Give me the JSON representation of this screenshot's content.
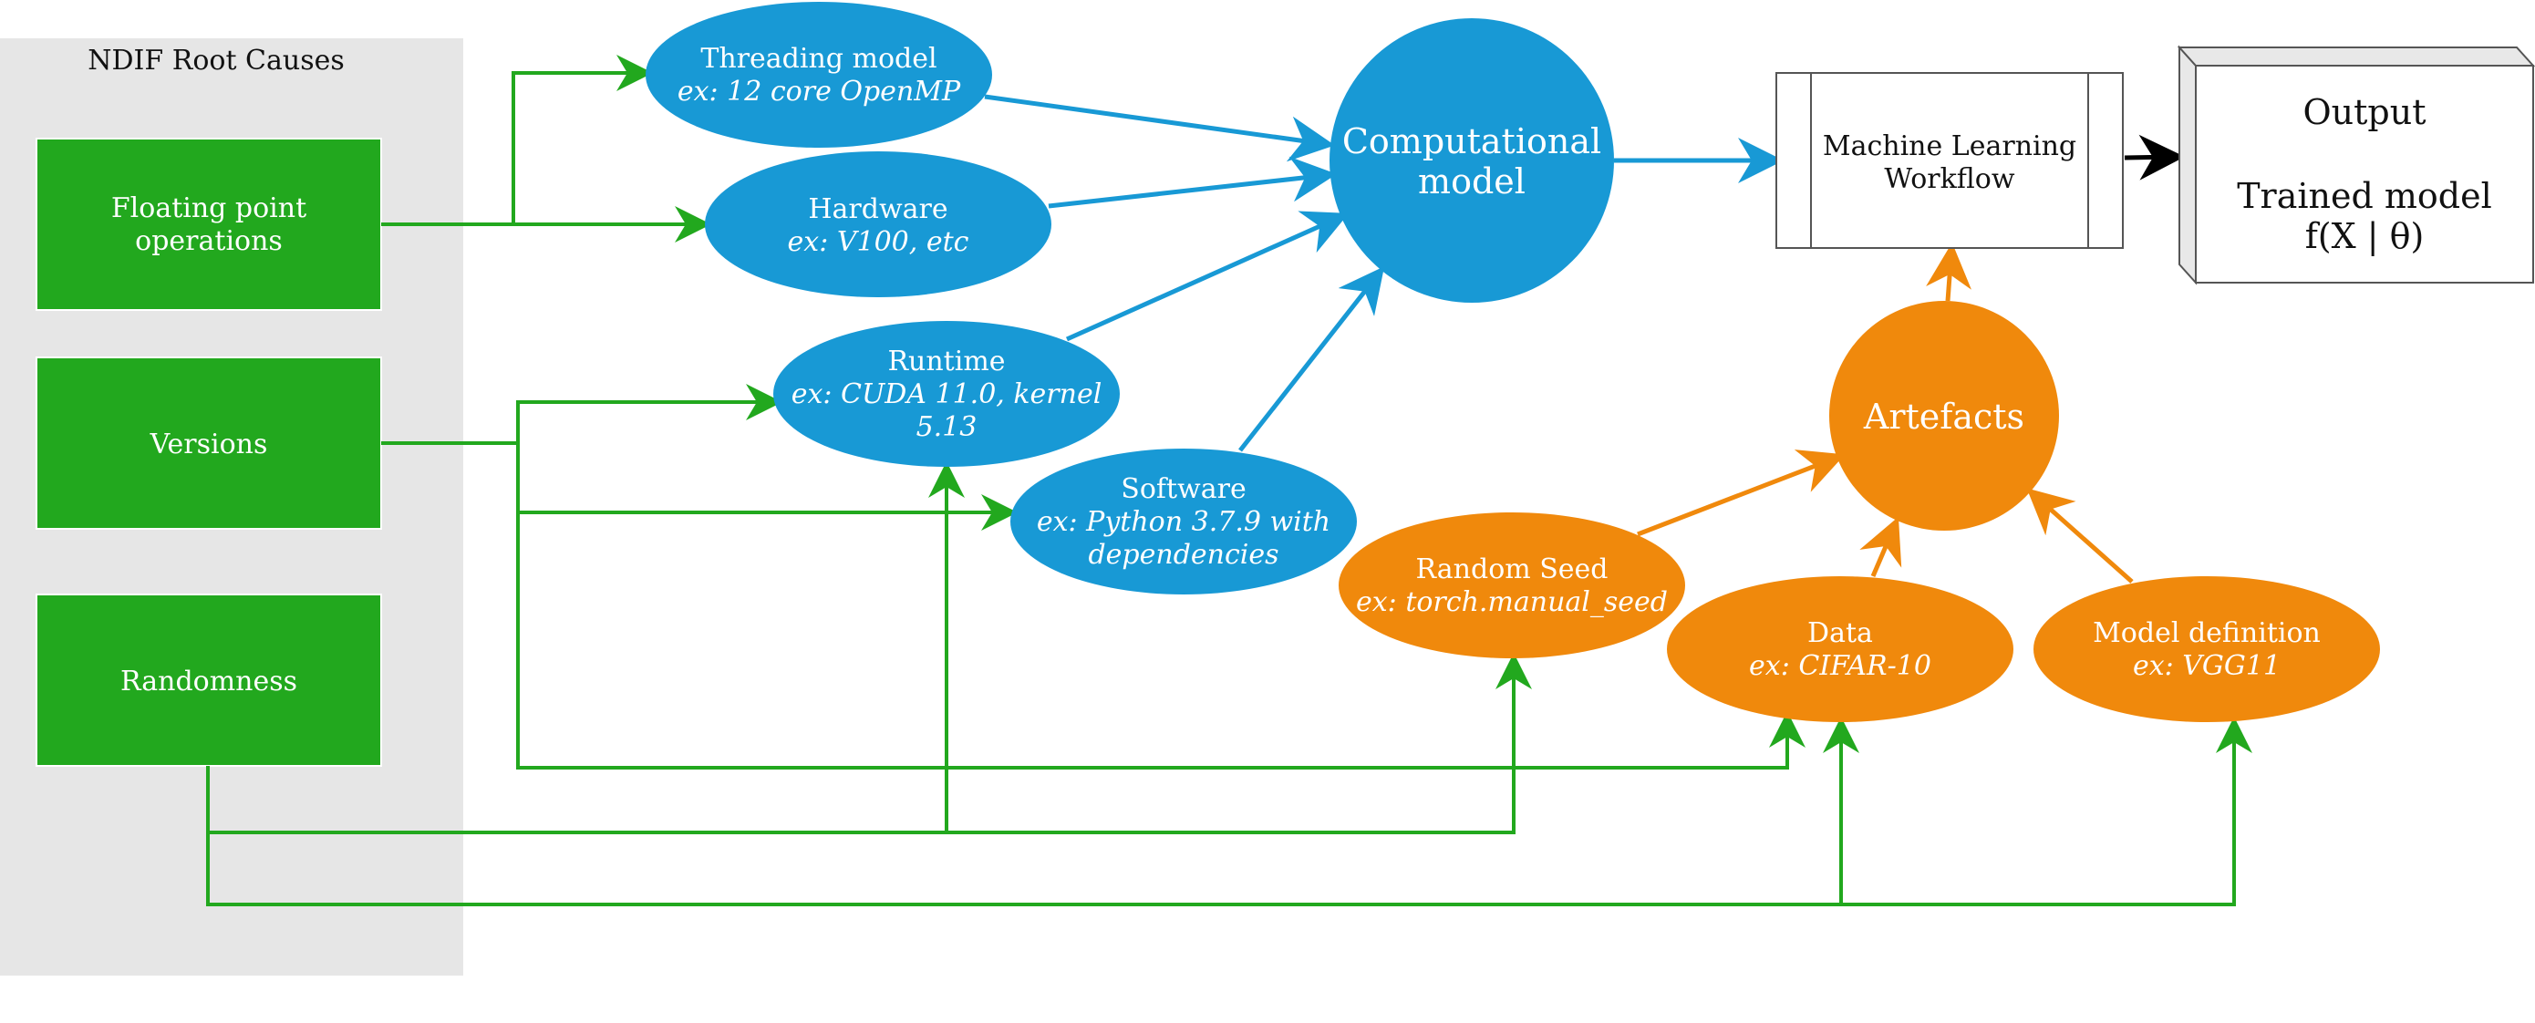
{
  "panel": {
    "title": "NDIF Root Causes"
  },
  "root_causes": {
    "floating_point": {
      "line1": "Floating point",
      "line2": "operations"
    },
    "versions": {
      "label": "Versions"
    },
    "randomness": {
      "label": "Randomness"
    }
  },
  "factors": {
    "threading": {
      "title": "Threading model",
      "example": "ex: 12 core OpenMP"
    },
    "hardware": {
      "title": "Hardware",
      "example": "ex: V100, etc"
    },
    "runtime": {
      "title": "Runtime",
      "example_line1": "ex: CUDA 11.0, kernel",
      "example_line2": "5.13"
    },
    "software": {
      "title": "Software",
      "example_line1": "ex: Python 3.7.9 with",
      "example_line2": "dependencies"
    }
  },
  "computational_model": {
    "line1": "Computational",
    "line2": "model"
  },
  "artefacts": {
    "label": "Artefacts",
    "random_seed": {
      "title": "Random Seed",
      "example": "ex: torch.manual_seed"
    },
    "data": {
      "title": "Data",
      "example": "ex: CIFAR-10"
    },
    "model_definition": {
      "title": "Model definition",
      "example": "ex: VGG11"
    }
  },
  "workflow": {
    "line1": "Machine Learning",
    "line2": "Workflow"
  },
  "output": {
    "title": "Output",
    "line1": "Trained model",
    "line2": "f(X | θ)"
  },
  "colors": {
    "green": "#22a81e",
    "blue": "#1899d5",
    "orange": "#f0890c",
    "panel_gray": "#e6e6e6"
  }
}
